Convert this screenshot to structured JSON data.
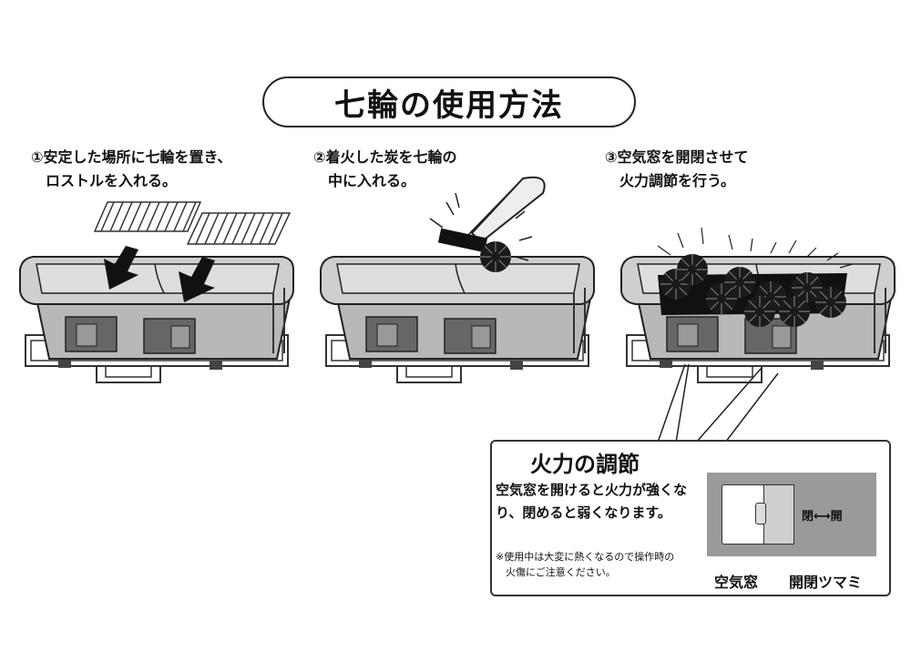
{
  "title": "七輪の使用方法",
  "steps": [
    {
      "text": "①安定した場所に七輪を置き、\n　ロストルを入れる。"
    },
    {
      "text": "②着火した炭を七輪の\n　中に入れる。"
    },
    {
      "text": "③空気窓を開閉させて\n　火力調節を行う。"
    }
  ],
  "info": {
    "title": "火力の調節",
    "body": "空気窓を開けると火力が強くなり、閉めると弱くなります。",
    "note": "※使用中は大変に熱くなるので操作時の\n　火傷にご注意ください。",
    "open_close_label": "閉⟷開",
    "window_label": "空気窓",
    "knob_label": "開閉ツマミ"
  },
  "colors": {
    "grill_body": "#b8b8b8",
    "grill_top": "#cfcfcf",
    "coal": "#1a1a1a",
    "line": "#222222"
  }
}
